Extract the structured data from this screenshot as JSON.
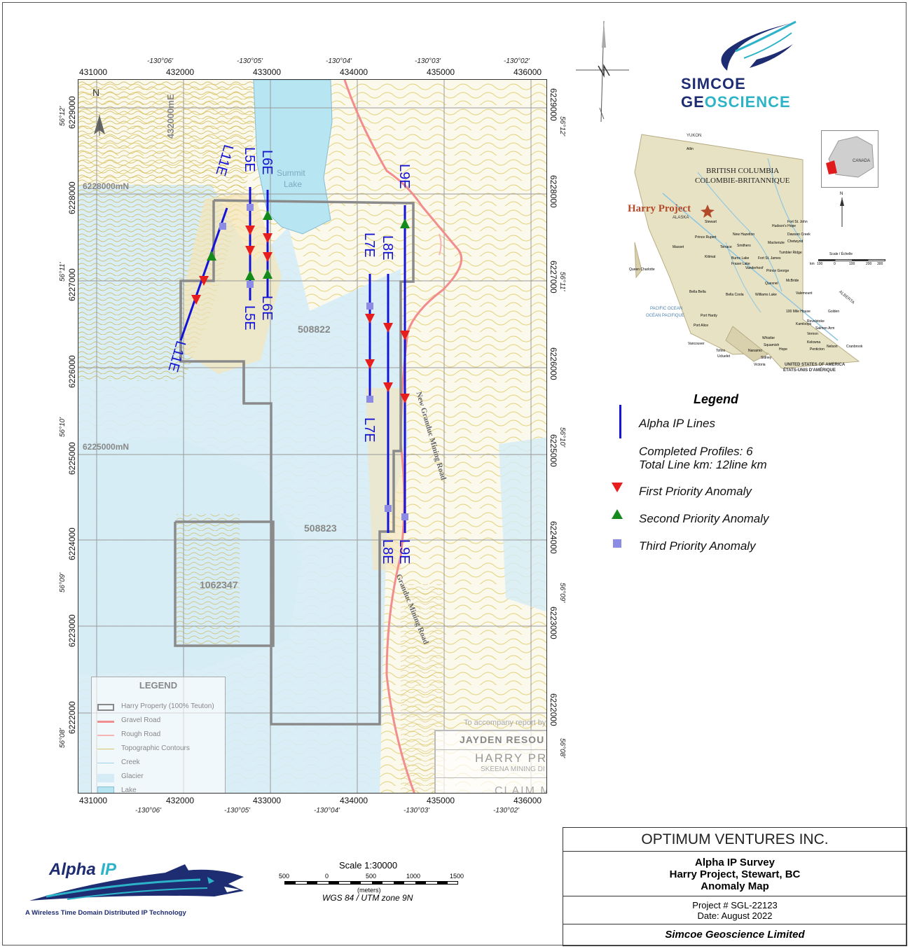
{
  "map": {
    "easting_labels": [
      "431000",
      "432000",
      "433000",
      "434000",
      "435000",
      "436000"
    ],
    "northing_labels": [
      "6229000",
      "6228000",
      "6227000",
      "6226000",
      "6225000",
      "6224000",
      "6223000",
      "6222000"
    ],
    "lon_labels": [
      "-130°06'",
      "-130°05'",
      "-130°04'",
      "-130°03'",
      "-130°02'"
    ],
    "lat_labels": [
      "56°12'",
      "56°11'",
      "56°10'",
      "56°09'",
      "56°08'"
    ],
    "north_label": "N",
    "grid_label_e": "432000mE",
    "grid_label_n1": "6228000mN",
    "grid_label_n2": "6225000mN",
    "lake_label_1": "Summit",
    "lake_label_2": "Lake",
    "claims": [
      "508822",
      "508823",
      "1062347"
    ],
    "road_label_1": "New Granduc Mining Road",
    "road_label_2": "Granduc Mining Road",
    "lines": {
      "L11E": "L11E",
      "L5E": "L5E",
      "L6E": "L6E",
      "L7E": "L7E",
      "L8E": "L8E",
      "L9E": "L9E"
    },
    "inset_legend": {
      "title": "LEGEND",
      "items": [
        "Harry Property (100% Teuton)",
        "Gravel Road",
        "Rough Road",
        "Topographic Contours",
        "Creek",
        "Glacier",
        "Lake"
      ]
    },
    "report_note": "To accompany report by",
    "box_text_1": "JAYDEN RESOU",
    "box_text_2": "HARRY  PR",
    "box_text_3": "SKEENA MINING DI",
    "box_text_4": "CLAIM M"
  },
  "company": {
    "name": "SIMCOE GEOSCIENCE"
  },
  "location_map": {
    "province_en": "BRITISH COLUMBIA",
    "province_fr": "COLOMBIE-BRITANNIQUE",
    "project_label": "Harry Project",
    "canada": "CANADA",
    "usa_1": "UNITED STATES OF AMERICA",
    "usa_2": "ÉTATS-UNIS D'AMÉRIQUE",
    "pacific_1": "PACIFIC OCEAN",
    "pacific_2": "OCÉAN PACIFIQUE",
    "alberta": "ALBERTA",
    "yukon": "YUKON",
    "alaska": "ALASKA",
    "scale_label": "Scale / Échelle",
    "scale_ticks": [
      "100",
      "0",
      "100",
      "200",
      "300"
    ],
    "scale_unit": "km",
    "towns": [
      "Atlin",
      "Stewart",
      "Prince Rupert",
      "Terrace",
      "Kitimat",
      "Masset",
      "Smithers",
      "Fort St. James",
      "Prince George",
      "Quesnel",
      "Williams Lake",
      "Bella Coola",
      "Port Hardy",
      "Kamloops",
      "Vancouver",
      "Victoria",
      "Nelson",
      "Cranbrook",
      "Golden",
      "Kelowna",
      "Penticton",
      "Dawson Creek",
      "Fort St. John",
      "Mackenzie",
      "Chetwynd",
      "Tumbler Ridge",
      "Valemount",
      "McBride",
      "100 Mile House",
      "Revelstoke",
      "Vernon",
      "Salmon Arm",
      "Squamish",
      "Whistler",
      "Hope",
      "Nanaimo",
      "Port Alice",
      "Tofino",
      "Ucluelet",
      "Sidney",
      "Burns Lake",
      "Fraser Lake",
      "Vanderhoof",
      "New Hazelton",
      "Hudson's Hope",
      "Bella Bella",
      "Queen Charlotte"
    ]
  },
  "legend": {
    "title": "Legend",
    "line": "Alpha IP Lines",
    "profiles": "Completed Profiles: 6",
    "linekm": "Total Line km: 12line km",
    "first": "First Priority Anomaly",
    "second": "Second Priority Anomaly",
    "third": "Third Priority Anomaly",
    "colors": {
      "line": "#1414d8",
      "first": "#e61e1e",
      "second": "#138a1a",
      "third": "#8c8ce6"
    }
  },
  "scale": {
    "title": "Scale 1:30000",
    "ticks": [
      "500",
      "0",
      "500",
      "1000",
      "1500"
    ],
    "unit": "(meters)",
    "projection": "WGS 84 / UTM zone 9N"
  },
  "alpha": {
    "brand_1": "Alpha",
    "brand_2": "IP",
    "tagline": "A Wireless Time Domain Distributed IP Technology"
  },
  "titleblock": {
    "client": "OPTIMUM VENTURES INC.",
    "title_1": "Alpha IP Survey",
    "title_2": "Harry Project, Stewart, BC",
    "title_3": "Anomaly Map",
    "project": "Project # SGL-22123",
    "date": "Date: August 2022",
    "firm": "Simcoe Geoscience Limited"
  }
}
